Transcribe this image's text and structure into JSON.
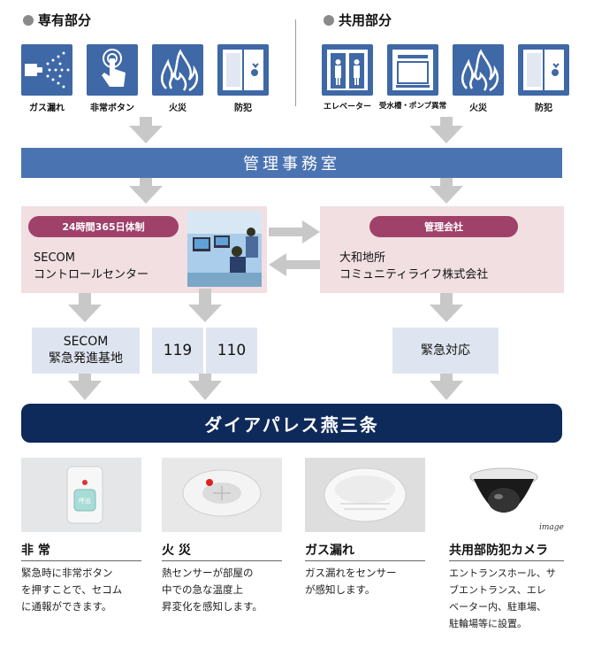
{
  "private_section": {
    "title": "専有部分",
    "items": [
      {
        "label": "ガス漏れ",
        "icon": "gas-spray-icon"
      },
      {
        "label": "非常ボタン",
        "icon": "hand-button-icon"
      },
      {
        "label": "火災",
        "icon": "flame-icon"
      },
      {
        "label": "防犯",
        "icon": "window-sensor-icon"
      }
    ]
  },
  "common_section": {
    "title": "共用部分",
    "items": [
      {
        "label": "エレベーター",
        "icon": "elevator-icon"
      },
      {
        "label": "受水槽・ポンプ異常",
        "icon": "water-tank-icon"
      },
      {
        "label": "火災",
        "icon": "flame-icon"
      },
      {
        "label": "防犯",
        "icon": "window-sensor-icon"
      }
    ]
  },
  "management_office": "管理事務室",
  "secom_box": {
    "badge": "24時間365日体制",
    "line1": "SECOM",
    "line2": "コントロールセンター"
  },
  "company_box": {
    "badge": "管理会社",
    "line1": "大和地所",
    "line2": "コミュニティライフ株式会社"
  },
  "secom_base": {
    "line1": "SECOM",
    "line2": "緊急発進基地"
  },
  "emergency_numbers": [
    "119",
    "110"
  ],
  "emergency_response": "緊急対応",
  "building_name": "ダイアパレス燕三条",
  "photo_caption": "image",
  "devices": [
    {
      "title": "非 常",
      "desc": [
        "緊急時に非常ボタン",
        "を押すことで、セコム",
        "に通報ができます。"
      ],
      "button_text": "呼出"
    },
    {
      "title": "火 災",
      "desc": [
        "熱センサーが部屋の",
        "中での急な温度上",
        "昇変化を感知します。"
      ]
    },
    {
      "title": "ガス漏れ",
      "desc": [
        "ガス漏れをセンサー",
        "が感知します。"
      ]
    },
    {
      "title": "共用部防犯カメラ",
      "desc": [
        "エントランスホール、サ",
        "ブエントランス、エレ",
        "ベーター内、駐車場、",
        "駐輪場等に設置。"
      ]
    }
  ],
  "colors": {
    "icon_blue": "#3f68a6",
    "bar_blue": "#4a73b2",
    "navy": "#0e2a5a",
    "pink_bg": "#f1dfe2",
    "badge": "#a0416a",
    "light_blue": "#dfe5f0",
    "arrow_gray": "#c8c8c8"
  }
}
